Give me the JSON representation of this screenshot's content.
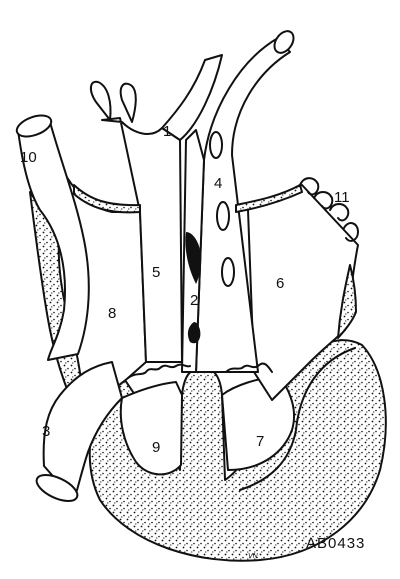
{
  "figure": {
    "labels": {
      "l1": "1",
      "l2": "2",
      "l3": "3",
      "l4": "4",
      "l5": "5",
      "l6": "6",
      "l7": "7",
      "l8": "8",
      "l9": "9",
      "l10": "10",
      "l11": "11"
    },
    "code": "AB0433",
    "signature": "VN"
  }
}
